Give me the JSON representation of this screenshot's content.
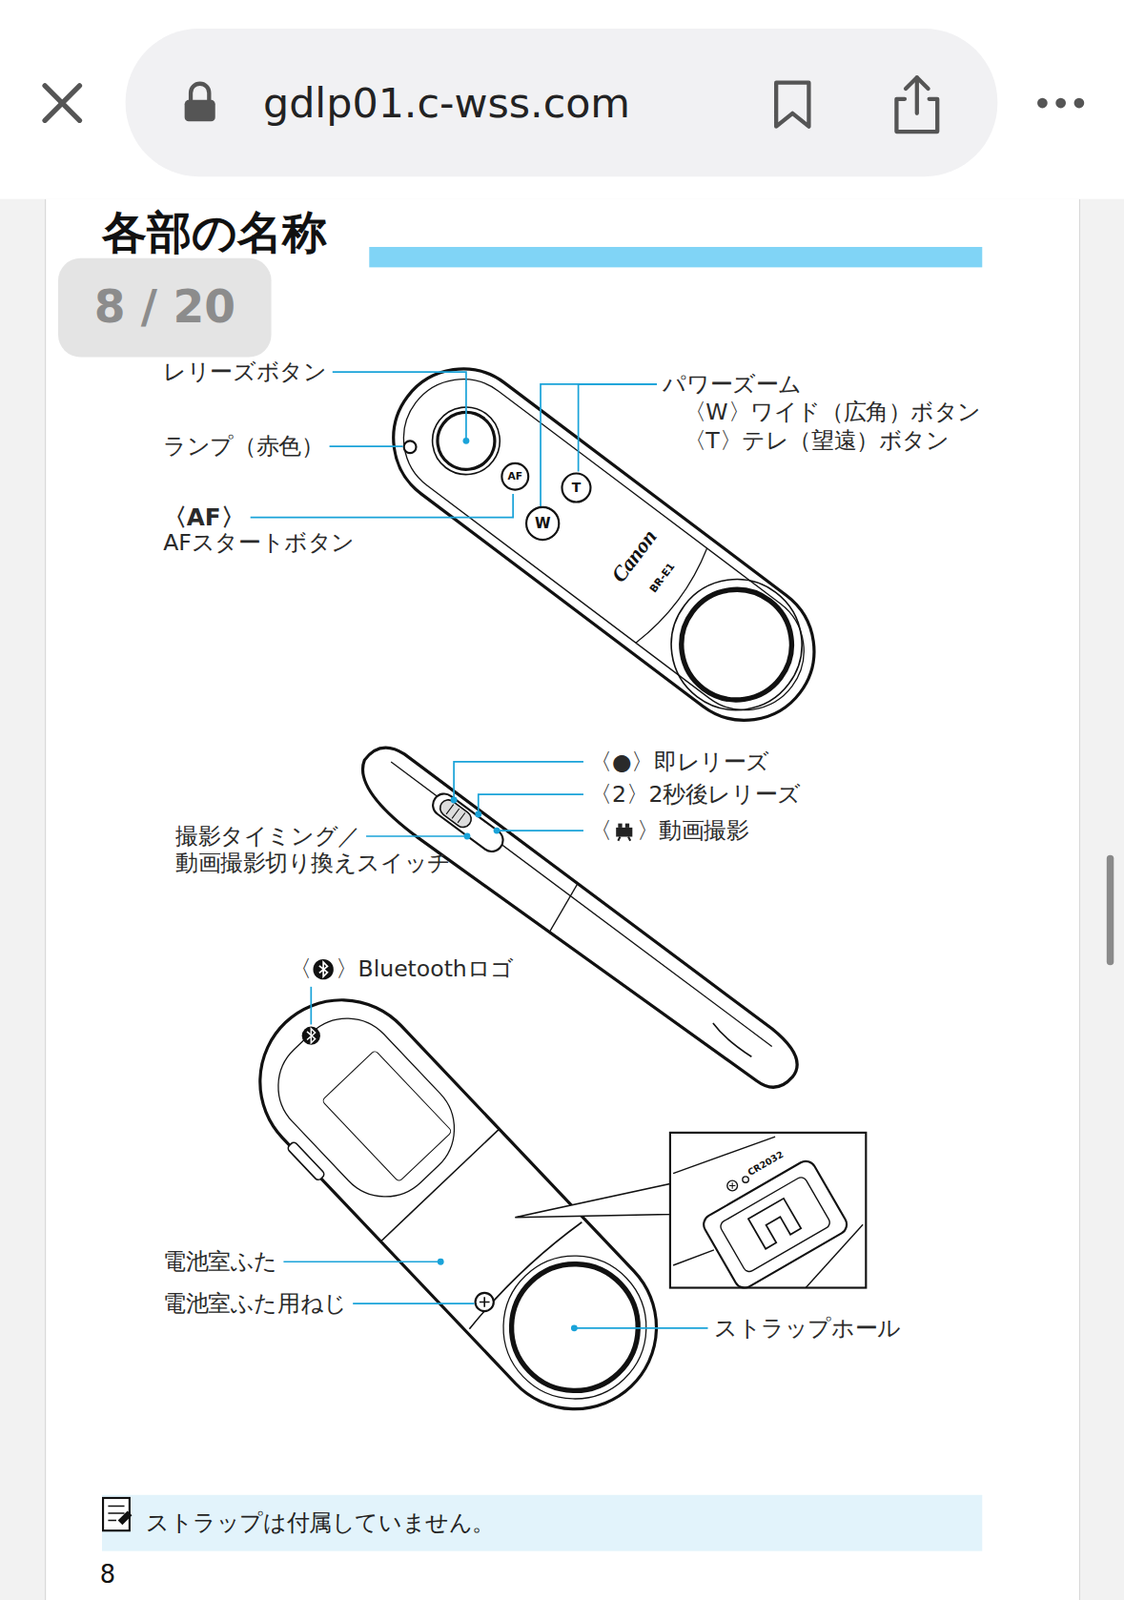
{
  "diagram": {
    "title": "各部の名称",
    "nodes": [
      {
        "text": [
          "gdlp01.c-wss.com"
        ]
      },
      {
        "text": [
          "8 / 20"
        ]
      },
      {
        "text": [
          "AF"
        ]
      },
      {
        "text": [
          "W"
        ]
      },
      {
        "text": [
          "T"
        ]
      },
      {
        "text": [
          "ストラップは付属していません。"
        ]
      }
    ],
    "labels": [
      "レリーズボタン",
      "ランプ（赤色）",
      "〈AF〉",
      "AFスタートボタン",
      "パワーズーム",
      "〈W〉ワイド（広角）ボタン",
      "〈T〉テレ（望遠）ボタン",
      "Canon",
      "BR-E1",
      "〈●〉即レリーズ",
      "〈2〉2秒後レリーズ",
      "〈",
      "〉動画撮影",
      "撮影タイミング／ 動画撮影切り換えスイッチ",
      "〈",
      "〉Bluetoothロゴ",
      "CR2032",
      "電池室ふた",
      "電池室ふた用ねじ",
      "ストラップホール",
      "8"
    ]
  }
}
